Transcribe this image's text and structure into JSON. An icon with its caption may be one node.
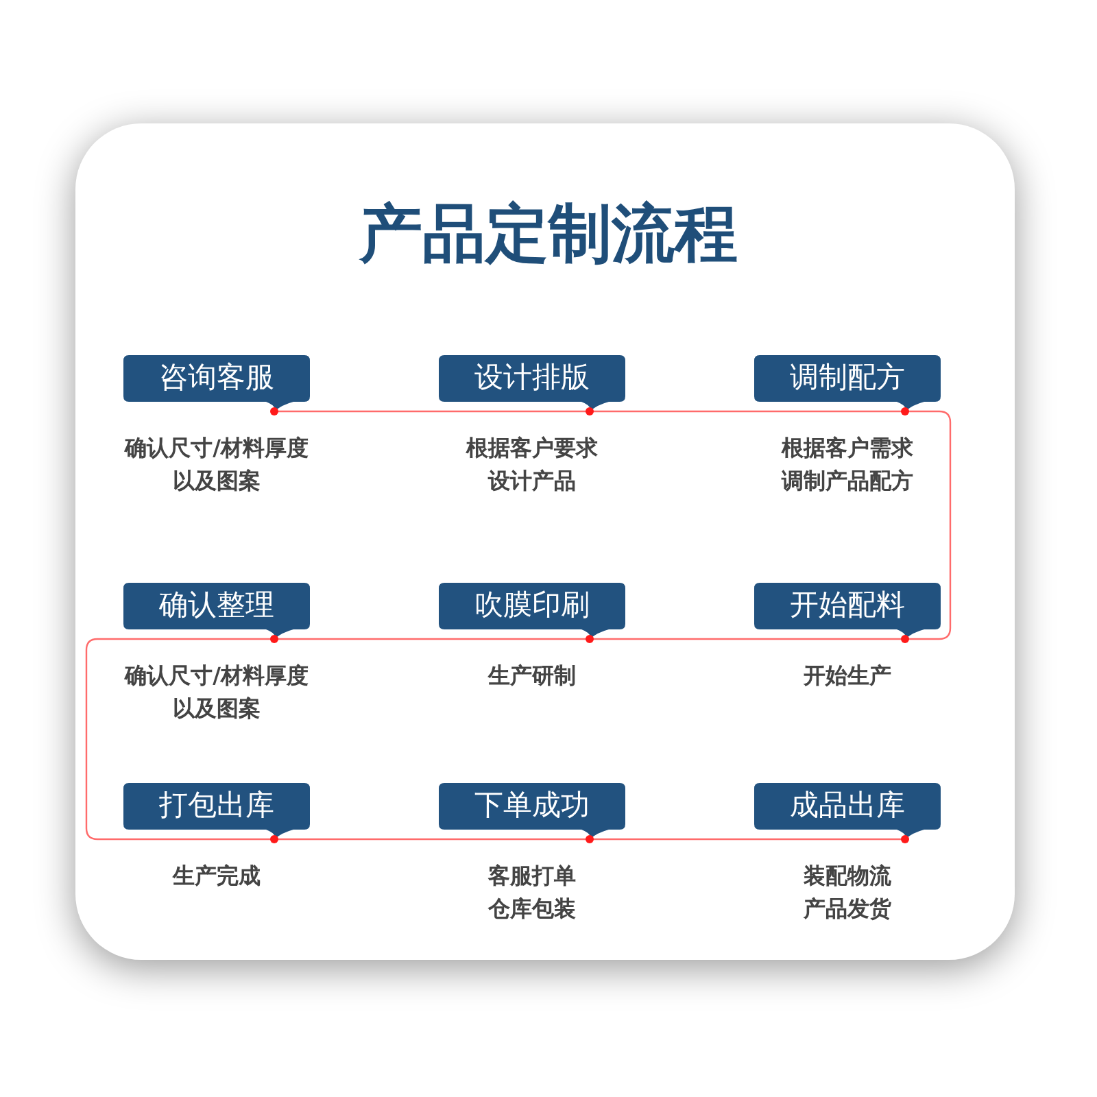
{
  "diagram": {
    "title": "产品定制流程",
    "nodes": [
      {
        "text": [
          "咨询客服"
        ],
        "beside": [
          "确认尺寸/材料厚度以及图案"
        ]
      },
      {
        "text": [
          "设计排版"
        ],
        "beside": [
          "根据客户要求设计产品"
        ]
      },
      {
        "text": [
          "调制配方"
        ],
        "beside": [
          "根据客户需求调制产品配方"
        ]
      },
      {
        "text": [
          "确认整理"
        ],
        "beside": [
          "确认尺寸/材料厚度以及图案"
        ]
      },
      {
        "text": [
          "吹膜印刷"
        ],
        "beside": [
          "生产研制"
        ]
      },
      {
        "text": [
          "开始配料"
        ],
        "beside": [
          "开始生产"
        ]
      },
      {
        "text": [
          "打包出库"
        ],
        "beside": [
          "生产完成"
        ]
      },
      {
        "text": [
          "下单成功"
        ],
        "beside": [
          "客服打单仓库包装"
        ]
      },
      {
        "text": [
          "成品出库"
        ],
        "beside": [
          "装配物流产品发货"
        ]
      }
    ],
    "edges": [
      {
        "from": 0,
        "to": 1,
        "arrow": "none"
      },
      {
        "from": 1,
        "to": 2,
        "arrow": "none"
      },
      {
        "from": 2,
        "to": 5,
        "arrow": "none"
      },
      {
        "from": 5,
        "to": 4,
        "arrow": "none"
      },
      {
        "from": 4,
        "to": 3,
        "arrow": "none"
      },
      {
        "from": 3,
        "to": 6,
        "arrow": "none"
      },
      {
        "from": 6,
        "to": 7,
        "arrow": "none"
      },
      {
        "from": 7,
        "to": 8,
        "arrow": "none"
      }
    ]
  }
}
